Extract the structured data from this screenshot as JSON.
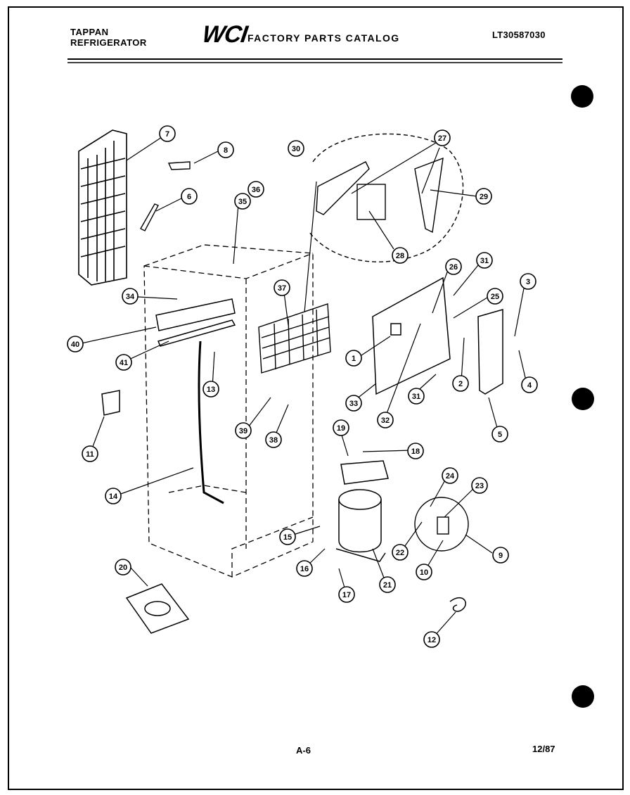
{
  "header": {
    "brand_line1": "TAPPAN",
    "brand_line2": "REFRIGERATOR",
    "logo": "WCI",
    "catalog_title": "FACTORY PARTS CATALOG",
    "model_number": "LT30587030"
  },
  "footer": {
    "page_number": "A-6",
    "date": "12/87"
  },
  "callouts": [
    "1",
    "2",
    "3",
    "4",
    "5",
    "6",
    "7",
    "8",
    "9",
    "10",
    "11",
    "12",
    "13",
    "14",
    "15",
    "16",
    "17",
    "18",
    "19",
    "20",
    "21",
    "22",
    "23",
    "24",
    "25",
    "26",
    "27",
    "28",
    "29",
    "30",
    "31",
    "32",
    "33",
    "34",
    "35",
    "36",
    "37",
    "38",
    "39",
    "40",
    "41"
  ]
}
